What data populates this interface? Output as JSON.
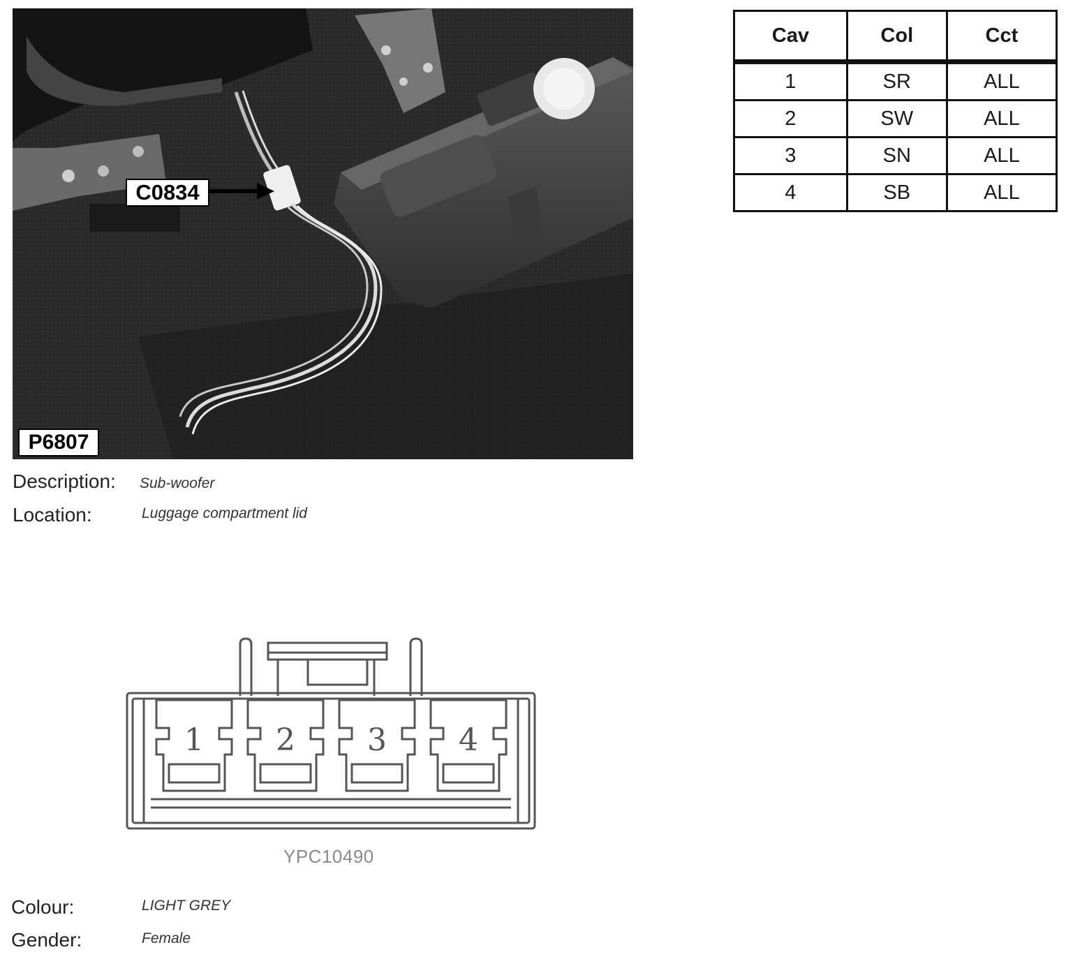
{
  "photo": {
    "callout_label": "C0834",
    "plate_label": "P6807"
  },
  "pin_table": {
    "headers": [
      "Cav",
      "Col",
      "Cct"
    ],
    "rows": [
      [
        "1",
        "SR",
        "ALL"
      ],
      [
        "2",
        "SW",
        "ALL"
      ],
      [
        "3",
        "SN",
        "ALL"
      ],
      [
        "4",
        "SB",
        "ALL"
      ]
    ]
  },
  "description": {
    "label": "Description:",
    "value": "Sub-woofer"
  },
  "location": {
    "label": "Location:",
    "value": "Luggage compartment lid"
  },
  "connector": {
    "cavities": [
      "1",
      "2",
      "3",
      "4"
    ],
    "part_code": "YPC10490"
  },
  "colour": {
    "label": "Colour:",
    "value": "LIGHT GREY"
  },
  "gender": {
    "label": "Gender:",
    "value": "Female"
  }
}
